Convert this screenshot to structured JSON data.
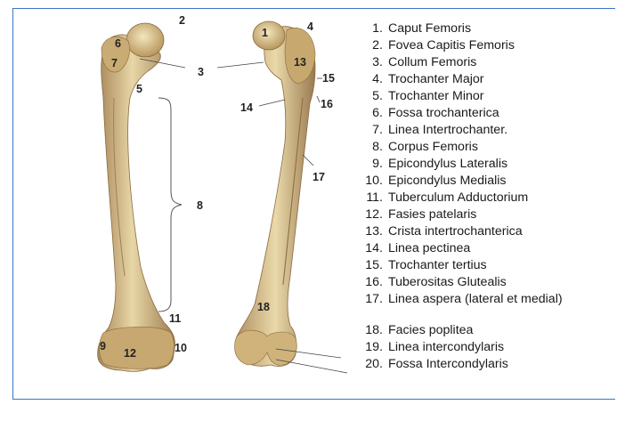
{
  "figure": {
    "anterior_labels": [
      "2",
      "6",
      "7",
      "3",
      "5",
      "8",
      "11",
      "9",
      "12",
      "10"
    ],
    "posterior_labels": [
      "1",
      "4",
      "13",
      "15",
      "14",
      "16",
      "17",
      "18"
    ]
  },
  "legend": [
    {
      "num": "1.",
      "text": "Caput Femoris"
    },
    {
      "num": "2.",
      "text": "Fovea Capitis Femoris"
    },
    {
      "num": "3.",
      "text": "Collum Femoris"
    },
    {
      "num": "4.",
      "text": "Trochanter Major"
    },
    {
      "num": "5.",
      "text": "Trochanter Minor"
    },
    {
      "num": "6.",
      "text": "Fossa trochanterica"
    },
    {
      "num": "7.",
      "text": "Linea Intertrochanter."
    },
    {
      "num": "8.",
      "text": "Corpus Femoris"
    },
    {
      "num": "9.",
      "text": "Epicondylus Lateralis"
    },
    {
      "num": "10.",
      "text": "Epicondylus Medialis"
    },
    {
      "num": "11.",
      "text": "Tuberculum Adductorium"
    },
    {
      "num": "12.",
      "text": "Fasies patelaris"
    },
    {
      "num": "13.",
      "text": "Crista intertrochanterica"
    },
    {
      "num": "14.",
      "text": "Linea pectinea"
    },
    {
      "num": "15.",
      "text": "Trochanter tertius"
    },
    {
      "num": "16.",
      "text": "Tuberositas Glutealis"
    },
    {
      "num": "17.",
      "text": "Linea aspera (lateral et medial)"
    },
    {
      "num": "18.",
      "text": "Facies poplitea"
    },
    {
      "num": "19.",
      "text": "Linea intercondylaris"
    },
    {
      "num": "20.",
      "text": "Fossa Intercondylaris"
    }
  ],
  "colors": {
    "bone_fill": "#d8c08c",
    "bone_shadow": "#a8875a",
    "bone_light": "#f0e2b6",
    "frame_border": "#3d74c8"
  }
}
